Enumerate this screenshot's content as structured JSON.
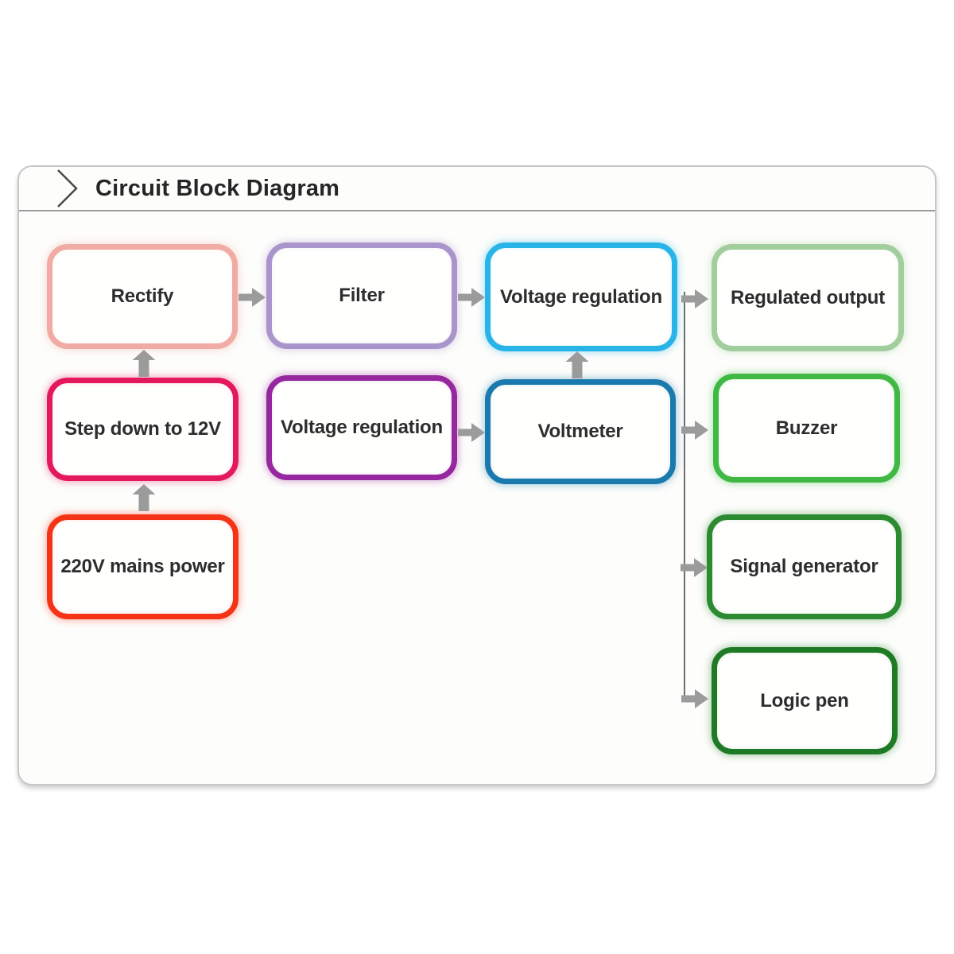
{
  "header": {
    "title": "Circuit Block Diagram"
  },
  "colors": {
    "arrow": "#9b9b9b",
    "line": "#6f6f6f",
    "panel_border": "#c6c6c6",
    "header_line": "#9b9b9b",
    "panel_background": "#fdfdfb",
    "node_fill": "#fffffe",
    "label_text": "#2d2d2d"
  },
  "diagram": {
    "nodes": [
      {
        "id": "rectify",
        "label": "Rectify",
        "color": "#f0aca4"
      },
      {
        "id": "filter",
        "label": "Filter",
        "color": "#a995cb"
      },
      {
        "id": "voltage-regulation-out",
        "label": "Voltage regulation",
        "color": "#29b4e8"
      },
      {
        "id": "regulated-output",
        "label": "Regulated output",
        "color": "#a2cd9d"
      },
      {
        "id": "step-down-to-12v",
        "label": "Step down to 12V",
        "color": "#e4185c"
      },
      {
        "id": "voltage-regulation-mid",
        "label": "Voltage regulation",
        "color": "#96279e"
      },
      {
        "id": "voltmeter",
        "label": "Voltmeter",
        "color": "#1b7aad"
      },
      {
        "id": "buzzer",
        "label": "Buzzer",
        "color": "#3fb944"
      },
      {
        "id": "mains-power",
        "label": "220V mains power",
        "color": "#f53316"
      },
      {
        "id": "signal-generator",
        "label": "Signal generator",
        "color": "#2c8a31"
      },
      {
        "id": "logic-pen",
        "label": "Logic pen",
        "color": "#1e7a24"
      }
    ],
    "connections": [
      {
        "from": "mains-power",
        "to": "step-down-to-12v"
      },
      {
        "from": "step-down-to-12v",
        "to": "rectify"
      },
      {
        "from": "rectify",
        "to": "filter"
      },
      {
        "from": "filter",
        "to": "voltage-regulation-out"
      },
      {
        "from": "voltage-regulation-out",
        "to": "regulated-output"
      },
      {
        "from": "voltage-regulation-mid",
        "to": "voltmeter"
      },
      {
        "from": "voltmeter",
        "to": "voltage-regulation-out"
      },
      {
        "from": "voltage-regulation-out",
        "to": "buzzer"
      },
      {
        "from": "voltage-regulation-out",
        "to": "signal-generator"
      },
      {
        "from": "voltage-regulation-out",
        "to": "logic-pen"
      }
    ]
  }
}
